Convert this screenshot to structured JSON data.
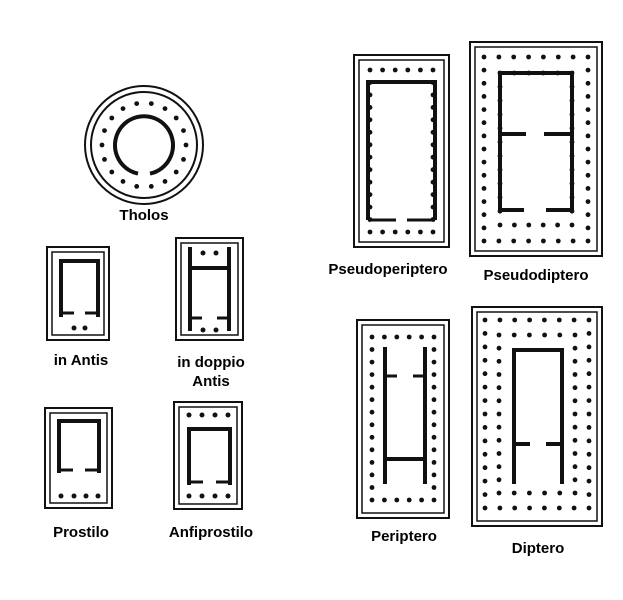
{
  "plans": {
    "tholos": {
      "label": "Tholos"
    },
    "in_antis": {
      "label": "in Antis"
    },
    "in_doppio_antis": {
      "label_line1": "in doppio",
      "label_line2": "Antis"
    },
    "prostilo": {
      "label": "Prostilo"
    },
    "anfiprostilo": {
      "label": "Anfiprostilo"
    },
    "pseudoperiptero": {
      "label": "Pseudoperiptero"
    },
    "pseudodiptero": {
      "label": "Pseudodiptero"
    },
    "periptero": {
      "label": "Periptero"
    },
    "diptero": {
      "label": "Diptero"
    }
  },
  "colors": {
    "ink": "#111111",
    "background": "#ffffff"
  }
}
